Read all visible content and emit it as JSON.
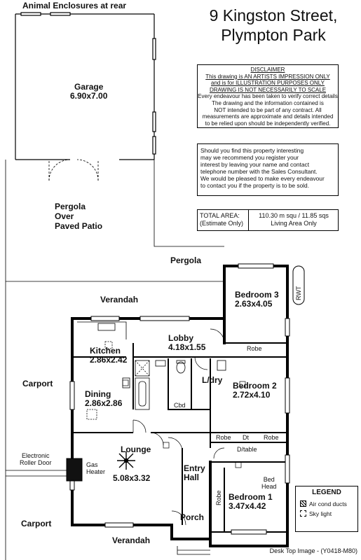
{
  "header": {
    "address_line1": "9 Kingston Street,",
    "address_line2": "Plympton Park",
    "top_note": "Animal Enclosures at rear"
  },
  "disclaimer": {
    "title": "DISCLAIMER",
    "line1": "This drawing is AN ARTISTS IMPRESSION ONLY",
    "line2": "and is for ILLUSTRATION PURPOSES ONLY",
    "line3": "DRAWING IS NOT NECESSARILY TO SCALE",
    "line4": "Every endeavour has been taken to verify correct details",
    "line5": "The drawing and the information contained is",
    "line6": "NOT intended to be part of any contract. All",
    "line7": "measurements are approximate and details intended",
    "line8": "to be relied upon should be independently verified."
  },
  "interest": {
    "line1": "Should you find this property interesting",
    "line2": "may we recommend you register your",
    "line3": "interest by leaving your name and contact",
    "line4": "telephone number with the Sales Consultant.",
    "line5": "We would be pleased to make every endeavour",
    "line6": "to contact you if the property is to be sold."
  },
  "area": {
    "label1": "TOTAL AREA:",
    "label2": "(Estimate Only)",
    "value1": "110.30 m squ /  11.85 sqs",
    "value2": "Living Area Only"
  },
  "rooms": {
    "garage": {
      "name": "Garage",
      "dims": "6.90x7.00"
    },
    "pergola_patio": {
      "line1": "Pergola",
      "line2": "Over",
      "line3": "Paved Patio"
    },
    "pergola": "Pergola",
    "verandah_top": "Verandah",
    "verandah_bottom": "Verandah",
    "bedroom3": {
      "name": "Bedroom 3",
      "dims": "2.63x4.05"
    },
    "lobby": {
      "name": "Lobby",
      "dims": "4.18x1.55"
    },
    "kitchen": {
      "name": "Kitchen",
      "dims": "2.86x2.42"
    },
    "dining": {
      "name": "Dining",
      "dims": "2.86x2.86"
    },
    "ldry": "L/dry",
    "bedroom2": {
      "name": "Bedroom 2",
      "dims": "2.72x4.10"
    },
    "lounge": {
      "name": "Lounge",
      "dims": "5.08x3.32"
    },
    "entry": {
      "line1": "Entry",
      "line2": "Hall"
    },
    "bedroom1": {
      "name": "Bedroom 1",
      "dims": "3.47x4.42"
    },
    "porch": "Porch",
    "carport_top": "Carport",
    "carport_bottom": "Carport"
  },
  "fixtures": {
    "robe_b3": "Robe",
    "robe_b2_left": "Robe",
    "dt": "Dt",
    "robe_b2_right": "Robe",
    "dtable": "D/table",
    "bed_head_1": "Bed",
    "bed_head_2": "Head",
    "robe_b1": "Robe",
    "cbd": "Cbd",
    "rwt": "RWT",
    "gas_heater_1": "Gas",
    "gas_heater_2": "Heater",
    "roller_door_1": "Electronic",
    "roller_door_2": "Roller Door"
  },
  "legend": {
    "title": "LEGEND",
    "duct": "Air cond ducts",
    "sky": "Sky light"
  },
  "footer": "Desk Top Image - (Y0418-M80)"
}
